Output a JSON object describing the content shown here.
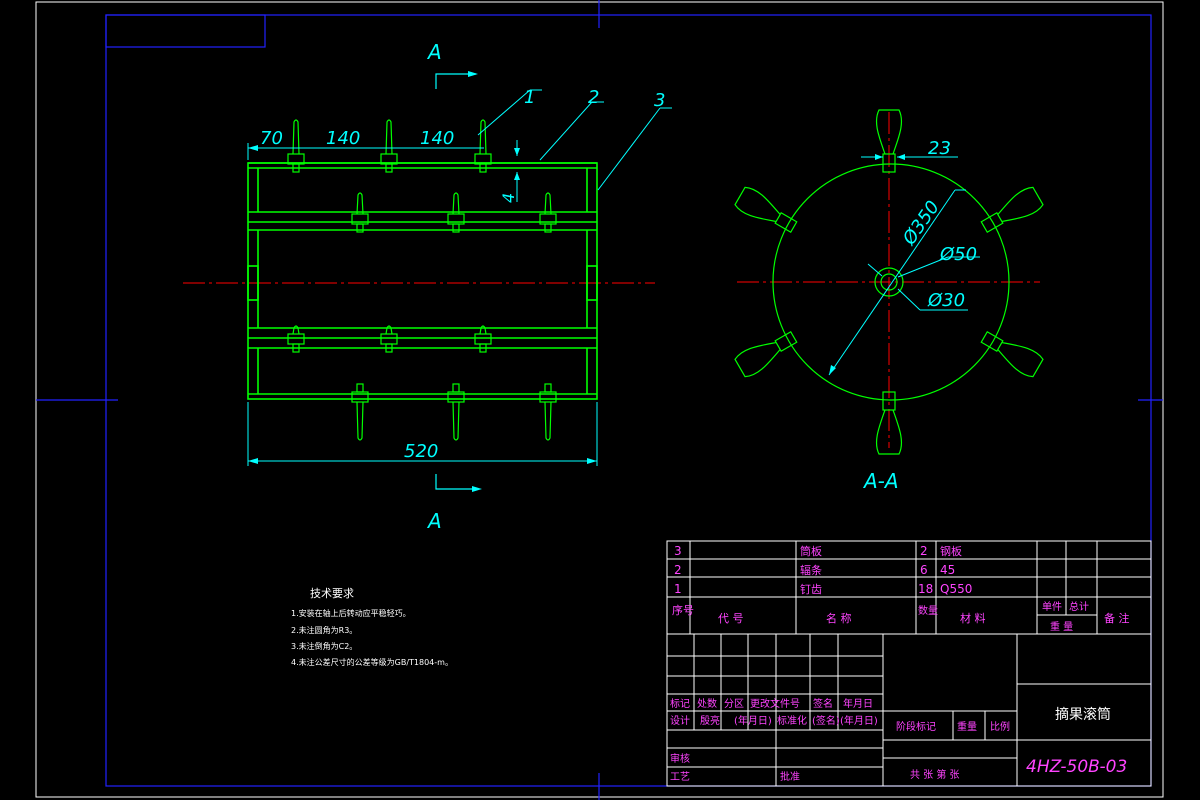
{
  "section_labels": {
    "top": "A",
    "bottom": "A",
    "view": "A-A"
  },
  "part_callouts": [
    "1",
    "2",
    "3"
  ],
  "dimensions": {
    "spacing_first": "70",
    "spacing_second": "140",
    "spacing_third": "140",
    "offset": "4",
    "length": "520",
    "plate_width": "23",
    "outer_diameter": "Ø350",
    "hub_diameter": "Ø50",
    "shaft_diameter": "Ø30"
  },
  "tech_requirements": {
    "title": "技术要求",
    "items": [
      "1.安装在轴上后转动应平稳轻巧。",
      "2.未注圆角为R3。",
      "3.未注倒角为C2。",
      "4.未注公差尺寸的公差等级为GB/T1804-m。"
    ]
  },
  "bom": {
    "rows": [
      {
        "no": "3",
        "code": "",
        "name": "筒板",
        "qty": "2",
        "material": "钢板"
      },
      {
        "no": "2",
        "code": "",
        "name": "辐条",
        "qty": "6",
        "material": "45"
      },
      {
        "no": "1",
        "code": "",
        "name": "钉齿",
        "qty": "18",
        "material": "Q550"
      }
    ],
    "header": {
      "no": "序号",
      "code": "代    号",
      "name": "名        称",
      "qty": "数量",
      "material": "材      料",
      "unit": "单件",
      "total": "总计",
      "weight": "重  量",
      "remark": "备  注"
    }
  },
  "title_block": {
    "part_name": "摘果滚筒",
    "drawing_no": "4HZ-50B-03",
    "labels": {
      "mark": "标记",
      "count": "处数",
      "zone": "分区",
      "change_doc": "更改文件号",
      "signature": "签名",
      "date": "年月日",
      "design": "设计",
      "designer": "殷亮",
      "design_date": "(年月日)",
      "standardize": "标准化",
      "sig2": "(签名)",
      "date2": "(年月日)",
      "stage_mark": "阶段标记",
      "weight": "重量",
      "scale": "比例",
      "review": "审核",
      "process": "工艺",
      "approve": "批准",
      "sheets": "共  张  第  张"
    }
  }
}
